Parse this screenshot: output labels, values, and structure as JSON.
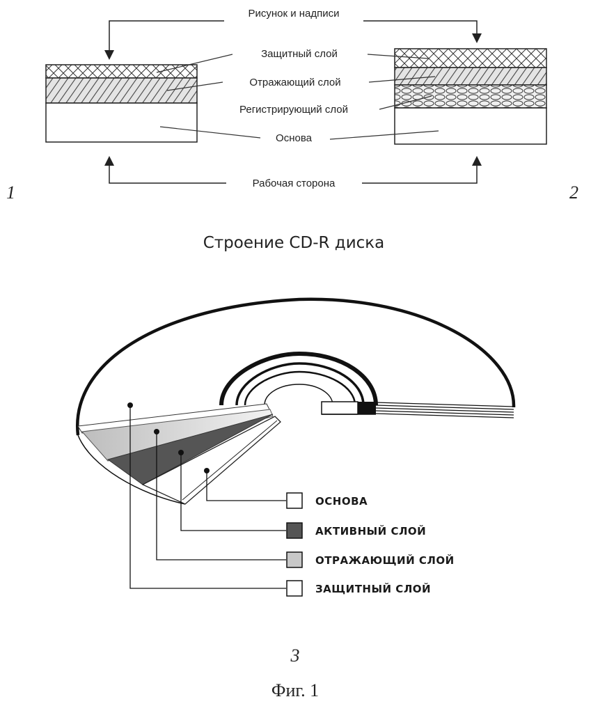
{
  "top": {
    "label_print": "Рисунок и надписи",
    "label_protective": "Защитный слой",
    "label_reflective": "Отражающий слой",
    "label_recording": "Регистрирующий слой",
    "label_base": "Основа",
    "label_working_side": "Рабочая сторона",
    "num_left": "1",
    "num_right": "2"
  },
  "title": "Строение CD-R диска",
  "legend": [
    {
      "label": "ОСНОВА",
      "color": "#ffffff"
    },
    {
      "label": "АКТИВНЫЙ СЛОЙ",
      "color": "#555555"
    },
    {
      "label": "ОТРАЖАЮЩИЙ СЛОЙ",
      "color": "#c8c8c8"
    },
    {
      "label": "ЗАЩИТНЫЙ СЛОЙ",
      "color": "#ffffff"
    }
  ],
  "num_bottom": "3",
  "caption": "Фиг. 1"
}
